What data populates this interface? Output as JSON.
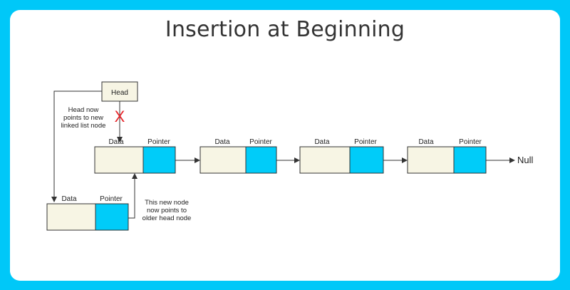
{
  "title": "Insertion at Beginning",
  "head_label": "Head",
  "data_label": "Data",
  "pointer_label": "Pointer",
  "null_label": "Null",
  "removed_link_mark": "X",
  "notes": {
    "head_now": [
      "Head now",
      "points  to new",
      "linked list node"
    ],
    "new_node": [
      "This new  node",
      "now points to",
      "older head node"
    ]
  },
  "colors": {
    "background": "#00c8f8",
    "card": "#ffffff",
    "data_cell": "#f7f5e4",
    "pointer_cell": "#00ccf9",
    "cross": "#e8262b",
    "stroke": "#333333"
  }
}
